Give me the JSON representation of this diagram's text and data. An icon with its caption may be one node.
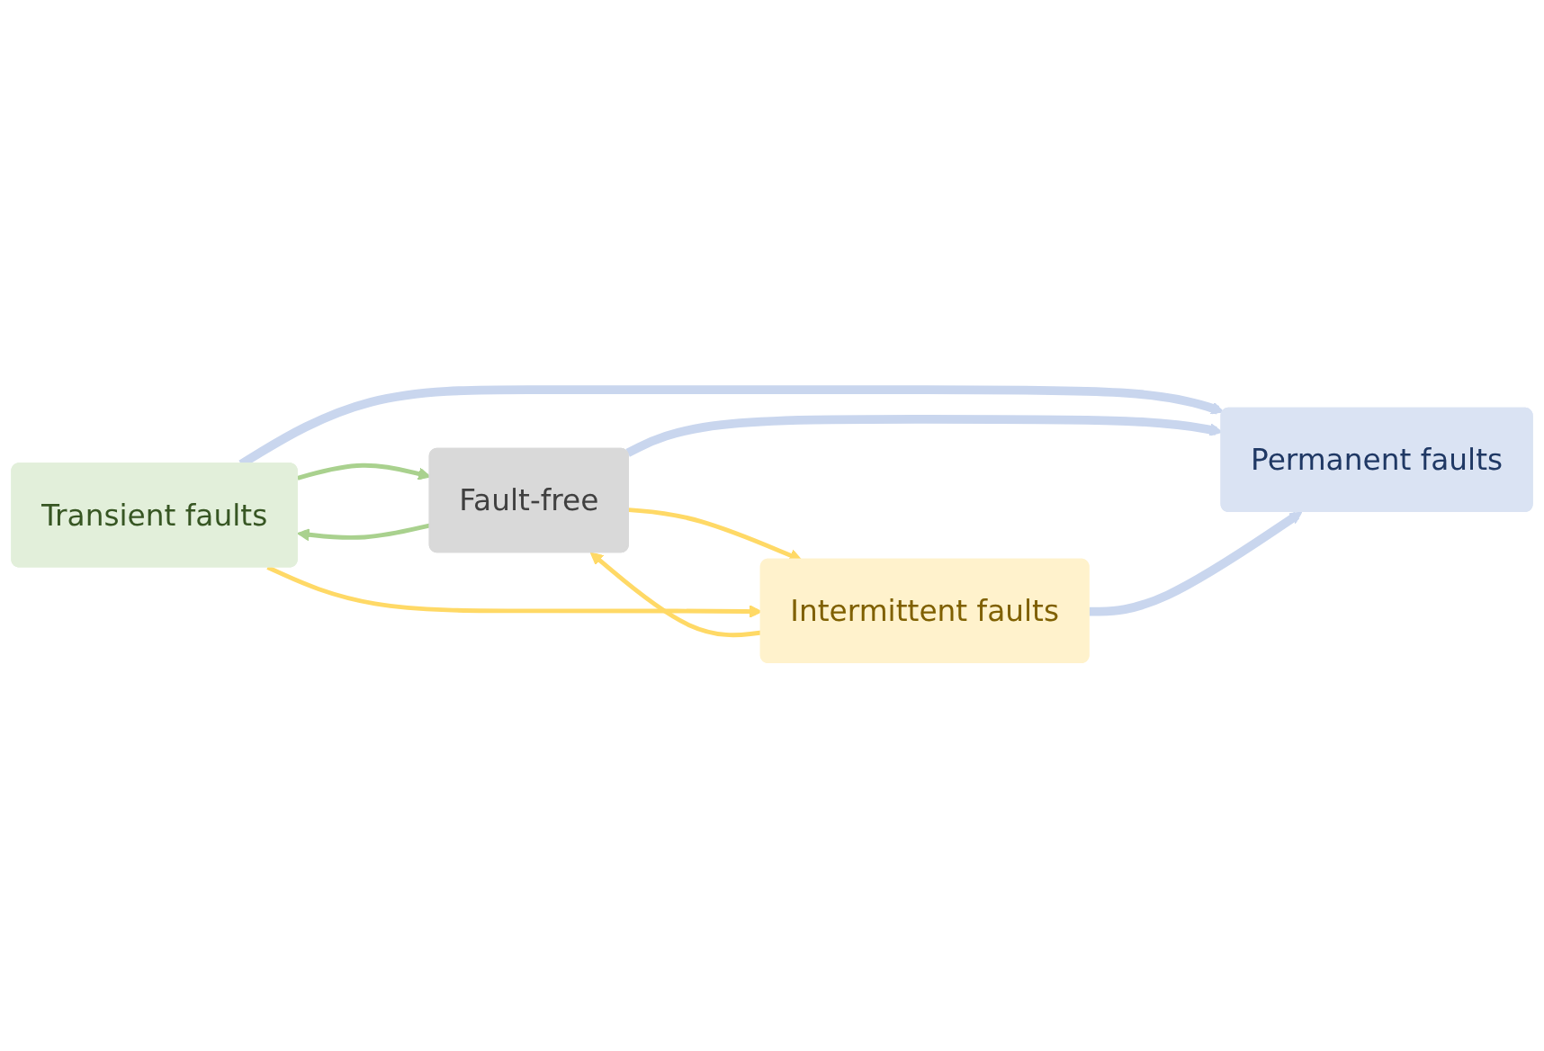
{
  "diagram": {
    "nodes": [
      {
        "text": [
          "Transient faults"
        ]
      },
      {
        "text": [
          "Fault-free"
        ]
      },
      {
        "text": [
          "Intermittent faults"
        ]
      },
      {
        "text": [
          "Permanent faults"
        ]
      }
    ],
    "edges": [
      {
        "from": 0,
        "to": 1,
        "arrow": "to",
        "color": "#a9d18e"
      },
      {
        "from": 1,
        "to": 0,
        "arrow": "to",
        "color": "#a9d18e"
      },
      {
        "from": 1,
        "to": 2,
        "arrow": "to",
        "color": "#ffd966"
      },
      {
        "from": 2,
        "to": 1,
        "arrow": "to",
        "color": "#ffd966"
      },
      {
        "from": 0,
        "to": 2,
        "arrow": "to",
        "color": "#ffd966"
      },
      {
        "from": 0,
        "to": 3,
        "arrow": "to",
        "style": "thick",
        "color": "#c9d6ee"
      },
      {
        "from": 1,
        "to": 3,
        "arrow": "to",
        "style": "thick",
        "color": "#c9d6ee"
      },
      {
        "from": 2,
        "to": 3,
        "arrow": "to",
        "style": "thick",
        "color": "#c9d6ee"
      }
    ]
  }
}
